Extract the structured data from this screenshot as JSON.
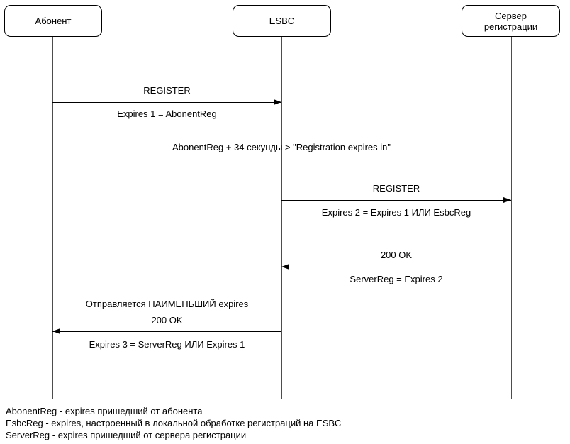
{
  "diagram": {
    "actors": [
      {
        "label": "Абонент"
      },
      {
        "label": "ESBC"
      },
      {
        "label": "Сервер регистрации"
      }
    ],
    "messages": [
      {
        "title": "REGISTER",
        "subtitle": "Expires 1 = AbonentReg",
        "from": "Абонент",
        "to": "ESBC",
        "direction": "right"
      },
      {
        "title": "REGISTER",
        "subtitle": "Expires 2 = Expires 1 ИЛИ EsbcReg",
        "from": "ESBC",
        "to": "Сервер регистрации",
        "direction": "right"
      },
      {
        "title": "200 OK",
        "subtitle": "ServerReg = Expires 2",
        "from": "Сервер регистрации",
        "to": "ESBC",
        "direction": "left"
      },
      {
        "pretitle": "Отправляется НАИМЕНЬШИЙ expires",
        "title": "200 OK",
        "subtitle": "Expires 3 = ServerReg ИЛИ Expires 1",
        "from": "ESBC",
        "to": "Абонент",
        "direction": "left"
      }
    ],
    "note": "AbonentReg + 34 секунды > \"Registration expires in\"",
    "legend": [
      "AbonentReg - expires пришедший от абонента",
      "EsbcReg - expires, настроенный в локальной обработке регистраций на ESBC",
      "ServerReg - expires пришедший от сервера регистрации"
    ],
    "colors": {
      "background": "#ffffff",
      "stroke": "#000000"
    }
  }
}
